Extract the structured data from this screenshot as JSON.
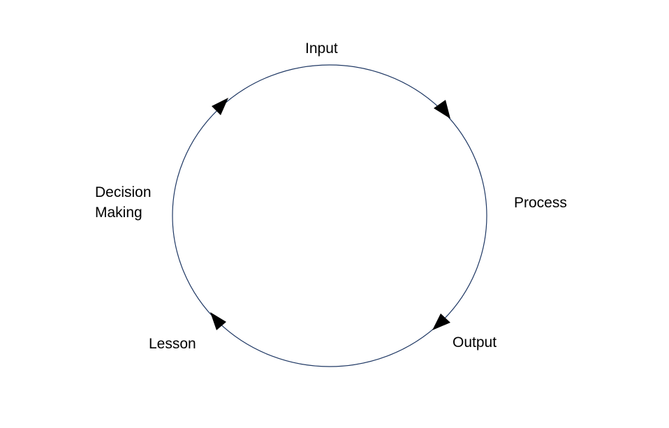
{
  "diagram": {
    "type": "cycle",
    "direction": "clockwise",
    "stages": {
      "input": "Input",
      "process": "Process",
      "output": "Output",
      "lesson": "Lesson",
      "decision_line1": "Decision",
      "decision_line2": "Making"
    }
  },
  "colors": {
    "circle_stroke": "#1f3864",
    "arrow_fill": "#000000",
    "text": "#000000"
  }
}
